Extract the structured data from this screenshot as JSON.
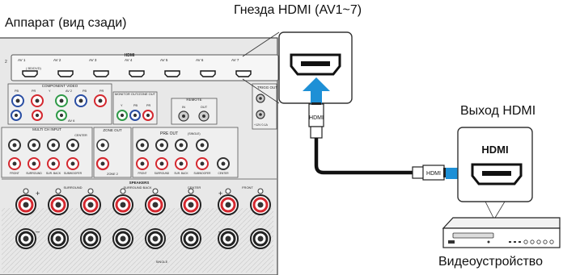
{
  "captions": {
    "unit_rear": "Аппарат (вид сзади)",
    "hdmi_jacks": "Гнезда HDMI (AV1~7)",
    "hdmi_output": "Выход HDMI",
    "video_device": "Видеоустройство"
  },
  "panel": {
    "hdmi_header": "HDMI",
    "hdmi_ports": [
      "AV 1",
      "AV 2",
      "AV 3",
      "AV 4",
      "AV 5",
      "AV 6",
      "AV 7"
    ],
    "hdmi_port1_sub": "( BD/DVD)",
    "component_video": "COMPONENT VIDEO",
    "component_labels": [
      "PB",
      "PR",
      "Y",
      "AV 2",
      "PB",
      "PR"
    ],
    "av_sub_label": "AV 6",
    "monitor_out": "MONITOR OUT/ZONE OUT",
    "monitor_labels": [
      "Y",
      "PB",
      "PR"
    ],
    "remote": "REMOTE",
    "remote_labels": [
      "IN",
      "OUT"
    ],
    "trigger": "TRIGG OUT",
    "trigger_sub": "+12V 0.1A",
    "multi_ch": "MULTI CH INPUT",
    "multi_labels": [
      "FRONT",
      "SURROUND",
      "SUR. BACK",
      "SUBWOOFER"
    ],
    "center": "CENTER",
    "zone_out": "ZONE OUT",
    "zone2": "ZONE 2",
    "pre_out": "PRE OUT",
    "single": "(SINGLE)",
    "pre_labels": [
      "FRONT",
      "SURROUND",
      "SUR. BACK",
      "SUBWOOFER",
      "CENTER"
    ],
    "speakers": "SPEAKERS",
    "spk_labels": [
      "SURROUND",
      "SURROUND BACK",
      "CENTER",
      "FRONT"
    ],
    "single_bottom": "SINGLE",
    "plus": "+",
    "minus": "–",
    "edge_2": "2"
  },
  "cable": {
    "plug_label_top": "HDMI",
    "plug_label_right": "HDMI"
  },
  "device": {
    "port_label": "HDMI"
  },
  "colors": {
    "arrow_blue": "#1e90d6",
    "panel_bg": "#e6e6e6",
    "jack_red": "#d4282f",
    "jack_green": "#2f9a48",
    "jack_blue": "#2a4ea3"
  }
}
